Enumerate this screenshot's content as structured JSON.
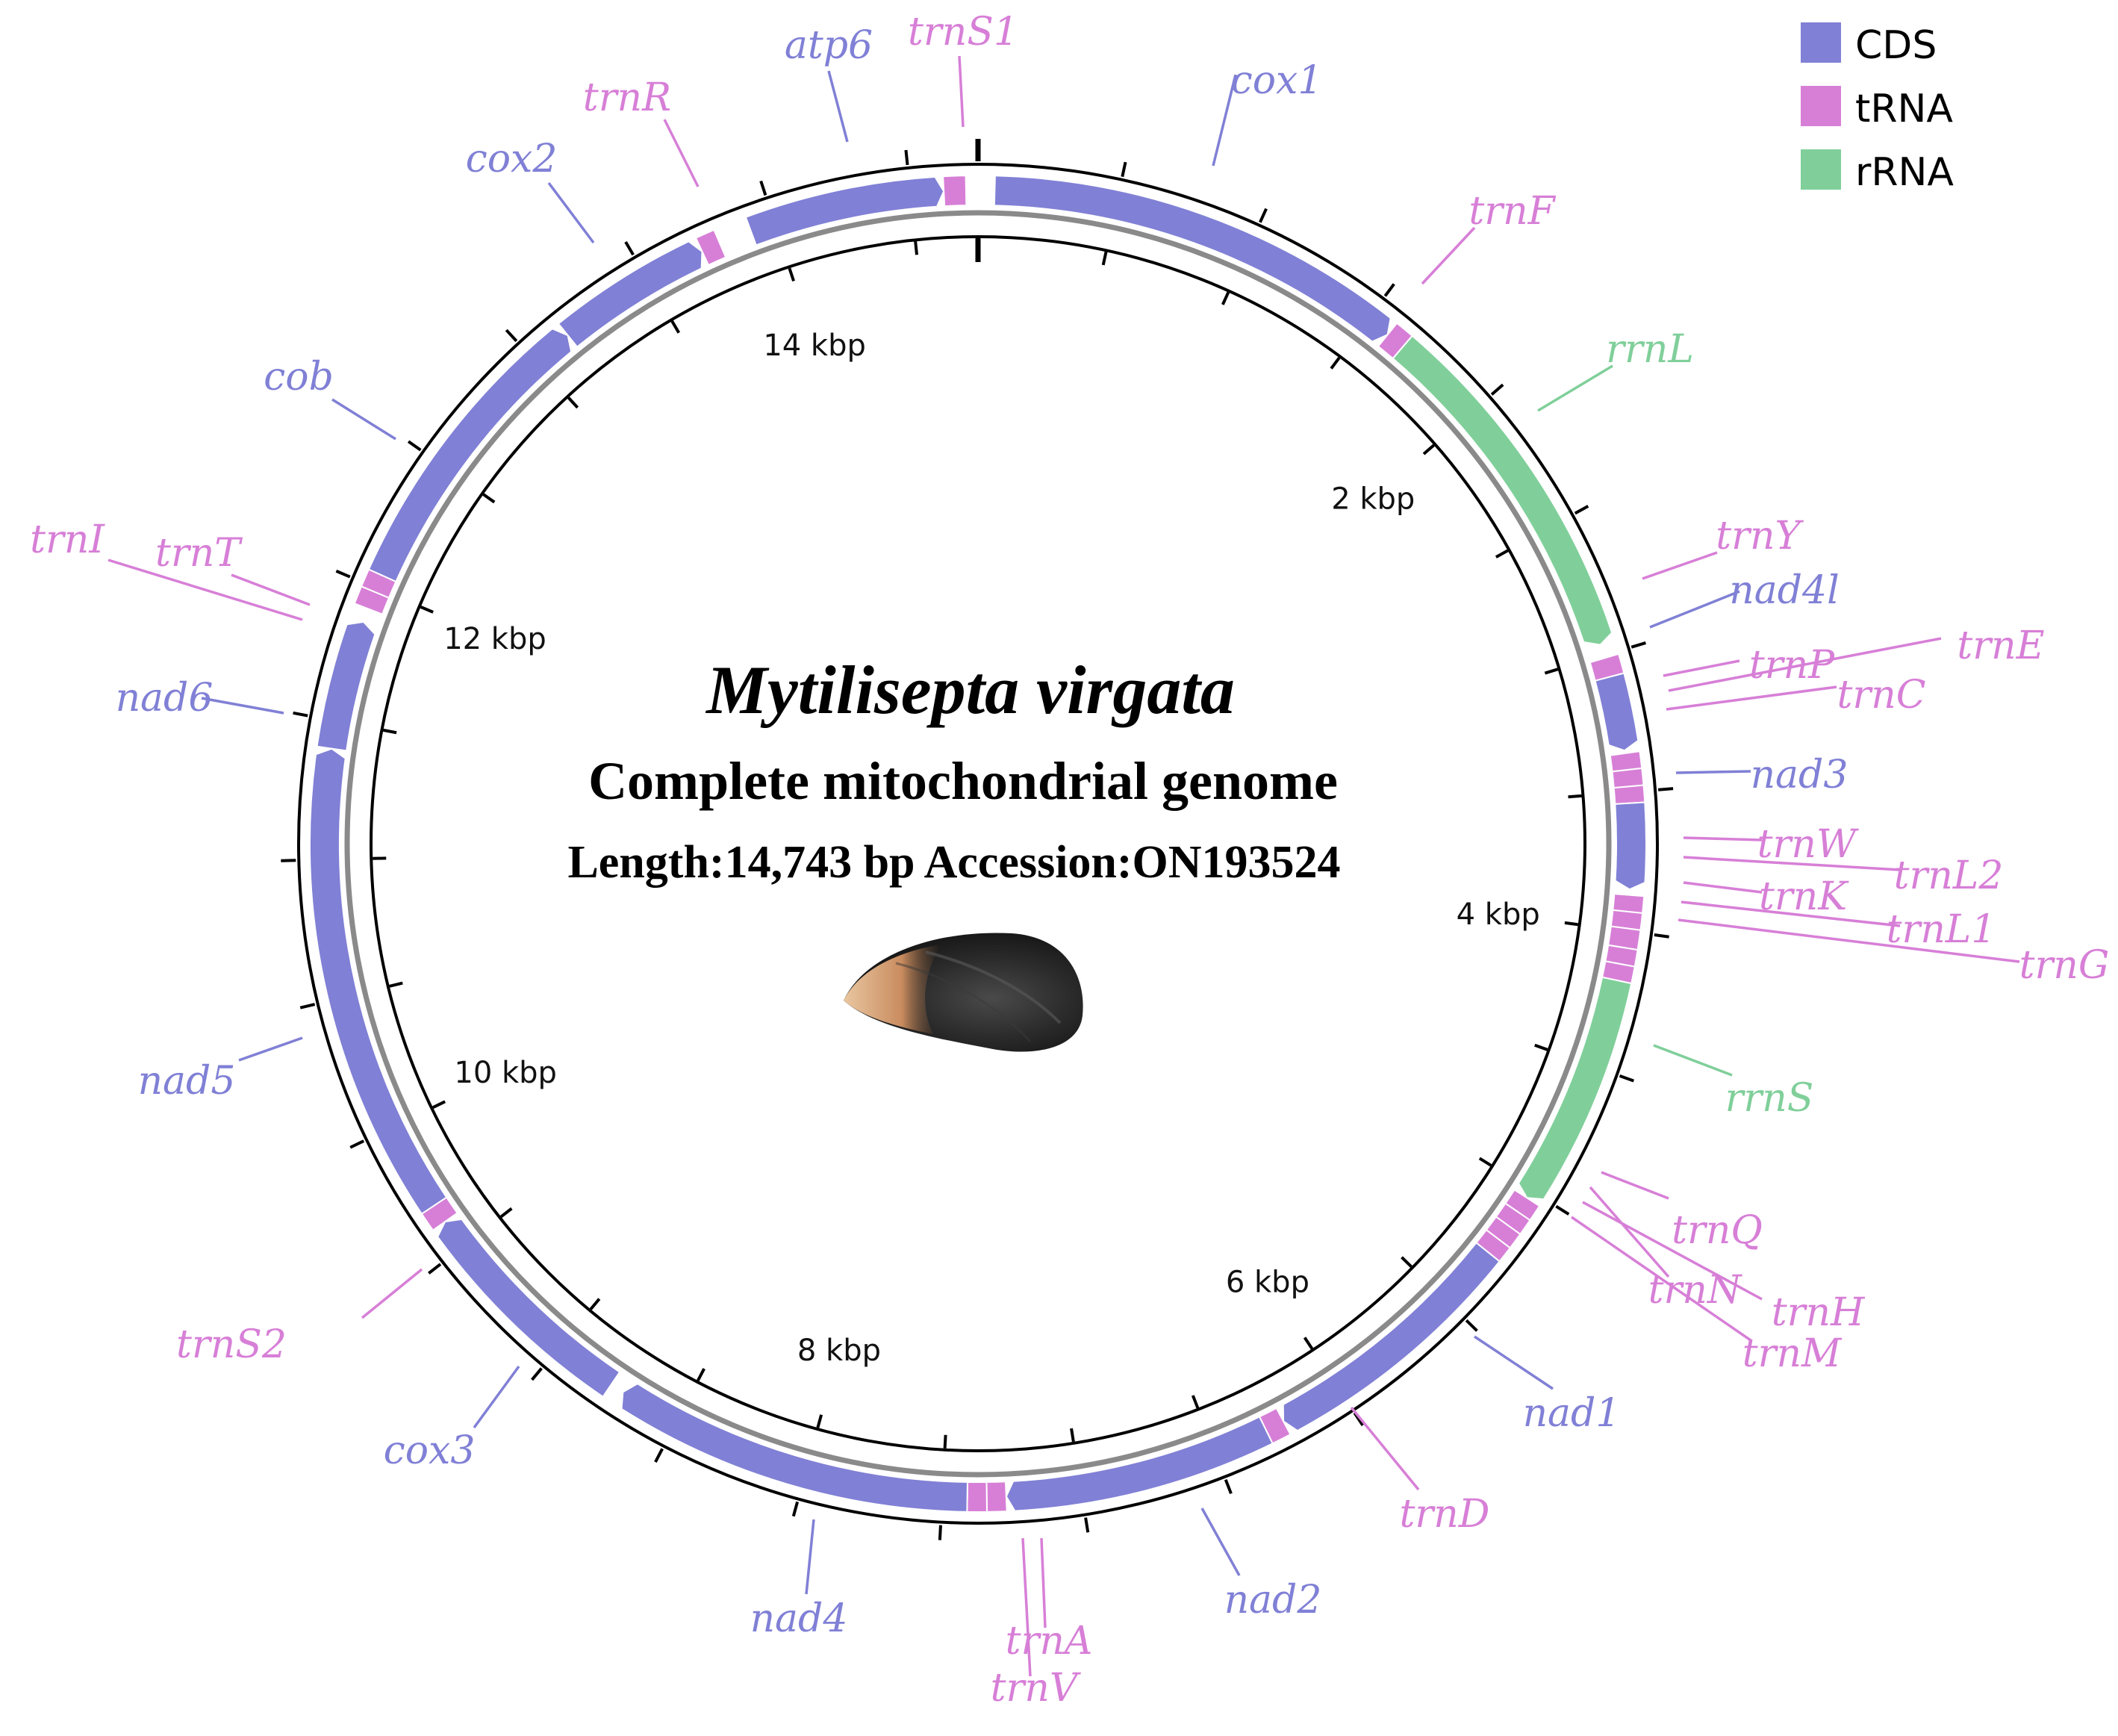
{
  "title": {
    "species": "Mytilisepta virgata",
    "subtitle": "Complete mitochondrial genome",
    "length_line": "Length:14,743 bp Accession:ON193524"
  },
  "colors": {
    "CDS": "#8080d6",
    "tRNA": "#d77fd7",
    "rRNA": "#80cf9a",
    "backbone": "#000000",
    "inner_ring": "#8a8a8a"
  },
  "legend": [
    {
      "key": "CDS",
      "label": "CDS"
    },
    {
      "key": "tRNA",
      "label": "tRNA"
    },
    {
      "key": "rRNA",
      "label": "rRNA"
    }
  ],
  "chart_data": {
    "type": "circular-genome-map",
    "genome_length_bp": 14743,
    "axis_labels": [
      {
        "pos": 2000,
        "text": "2 kbp"
      },
      {
        "pos": 4000,
        "text": "4 kbp"
      },
      {
        "pos": 6000,
        "text": "6 kbp"
      },
      {
        "pos": 8000,
        "text": "8 kbp"
      },
      {
        "pos": 10000,
        "text": "10 kbp"
      },
      {
        "pos": 12000,
        "text": "12 kbp"
      },
      {
        "pos": 14000,
        "text": "14 kbp"
      }
    ],
    "features": [
      {
        "name": "cox1",
        "type": "CDS",
        "start": 60,
        "end": 1590,
        "strand": "+"
      },
      {
        "name": "trnF",
        "type": "tRNA",
        "start": 1590,
        "end": 1660,
        "strand": "+"
      },
      {
        "name": "rrnL",
        "type": "rRNA",
        "start": 1660,
        "end": 2960,
        "strand": "+"
      },
      {
        "name": "trnY",
        "type": "tRNA",
        "start": 3010,
        "end": 3080,
        "strand": "+"
      },
      {
        "name": "nad4l",
        "type": "CDS",
        "start": 3080,
        "end": 3350,
        "strand": "+"
      },
      {
        "name": "trnP",
        "type": "tRNA",
        "start": 3360,
        "end": 3420,
        "strand": "+"
      },
      {
        "name": "trnE",
        "type": "tRNA",
        "start": 3420,
        "end": 3480,
        "strand": "+"
      },
      {
        "name": "trnC",
        "type": "tRNA",
        "start": 3480,
        "end": 3540,
        "strand": "+"
      },
      {
        "name": "nad3",
        "type": "CDS",
        "start": 3540,
        "end": 3850,
        "strand": "+"
      },
      {
        "name": "trnW",
        "type": "tRNA",
        "start": 3870,
        "end": 3930,
        "strand": "+"
      },
      {
        "name": "trnL2",
        "type": "tRNA",
        "start": 3930,
        "end": 3990,
        "strand": "+"
      },
      {
        "name": "trnK",
        "type": "tRNA",
        "start": 3990,
        "end": 4060,
        "strand": "+"
      },
      {
        "name": "trnL1",
        "type": "tRNA",
        "start": 4060,
        "end": 4120,
        "strand": "+"
      },
      {
        "name": "trnG",
        "type": "tRNA",
        "start": 4120,
        "end": 4180,
        "strand": "+"
      },
      {
        "name": "rrnS",
        "type": "rRNA",
        "start": 4180,
        "end": 5030,
        "strand": "+"
      },
      {
        "name": "trnQ",
        "type": "tRNA",
        "start": 5030,
        "end": 5090,
        "strand": "+"
      },
      {
        "name": "trnN",
        "type": "tRNA",
        "start": 5090,
        "end": 5150,
        "strand": "+"
      },
      {
        "name": "trnH",
        "type": "tRNA",
        "start": 5150,
        "end": 5210,
        "strand": "+"
      },
      {
        "name": "trnM",
        "type": "tRNA",
        "start": 5210,
        "end": 5270,
        "strand": "+"
      },
      {
        "name": "nad1",
        "type": "CDS",
        "start": 5270,
        "end": 6230,
        "strand": "+"
      },
      {
        "name": "trnD",
        "type": "tRNA",
        "start": 6230,
        "end": 6300,
        "strand": "+"
      },
      {
        "name": "nad2",
        "type": "CDS",
        "start": 6300,
        "end": 7270,
        "strand": "+"
      },
      {
        "name": "trnA",
        "type": "tRNA",
        "start": 7270,
        "end": 7340,
        "strand": "+"
      },
      {
        "name": "trnV",
        "type": "tRNA",
        "start": 7340,
        "end": 7410,
        "strand": "+"
      },
      {
        "name": "nad4",
        "type": "CDS",
        "start": 7410,
        "end": 8720,
        "strand": "+"
      },
      {
        "name": "cox3",
        "type": "CDS",
        "start": 8770,
        "end": 9610,
        "strand": "+"
      },
      {
        "name": "trnS2",
        "type": "tRNA",
        "start": 9610,
        "end": 9680,
        "strand": "+"
      },
      {
        "name": "nad5",
        "type": "CDS",
        "start": 9680,
        "end": 11400,
        "strand": "+"
      },
      {
        "name": "nad6",
        "type": "CDS",
        "start": 11400,
        "end": 11870,
        "strand": "+"
      },
      {
        "name": "trnI",
        "type": "tRNA",
        "start": 11920,
        "end": 11985,
        "strand": "+"
      },
      {
        "name": "trnT",
        "type": "tRNA",
        "start": 11985,
        "end": 12050,
        "strand": "+"
      },
      {
        "name": "cob",
        "type": "CDS",
        "start": 12050,
        "end": 13150,
        "strand": "+"
      },
      {
        "name": "cox2",
        "type": "CDS",
        "start": 13150,
        "end": 13720,
        "strand": "+"
      },
      {
        "name": "trnR",
        "type": "tRNA",
        "start": 13720,
        "end": 13790,
        "strand": "+"
      },
      {
        "name": "atp6",
        "type": "CDS",
        "start": 13910,
        "end": 14620,
        "strand": "+"
      },
      {
        "name": "trnS1",
        "type": "tRNA",
        "start": 14620,
        "end": 14700,
        "strand": "+"
      }
    ],
    "feature_labels": [
      {
        "name": "cox1",
        "text": "cox1",
        "type": "CDS"
      },
      {
        "name": "trnF",
        "text": "trnF",
        "type": "tRNA"
      },
      {
        "name": "rrnL",
        "text": "rrnL",
        "type": "rRNA"
      },
      {
        "name": "trnY",
        "text": "trnY",
        "type": "tRNA"
      },
      {
        "name": "nad4l",
        "text": "nad4l",
        "type": "CDS"
      },
      {
        "name": "trnP",
        "text": "trnP",
        "type": "tRNA"
      },
      {
        "name": "trnE",
        "text": "trnE",
        "type": "tRNA"
      },
      {
        "name": "trnC",
        "text": "trnC",
        "type": "tRNA"
      },
      {
        "name": "nad3",
        "text": "nad3",
        "type": "CDS"
      },
      {
        "name": "trnW",
        "text": "trnW",
        "type": "tRNA"
      },
      {
        "name": "trnL2",
        "text": "trnL2",
        "type": "tRNA"
      },
      {
        "name": "trnK",
        "text": "trnK",
        "type": "tRNA"
      },
      {
        "name": "trnL1",
        "text": "trnL1",
        "type": "tRNA"
      },
      {
        "name": "trnG",
        "text": "trnG",
        "type": "tRNA"
      },
      {
        "name": "rrnS",
        "text": "rrnS",
        "type": "rRNA"
      },
      {
        "name": "trnQ",
        "text": "trnQ",
        "type": "tRNA"
      },
      {
        "name": "trnN",
        "text": "trnN",
        "type": "tRNA"
      },
      {
        "name": "trnH",
        "text": "trnH",
        "type": "tRNA"
      },
      {
        "name": "trnM",
        "text": "trnM",
        "type": "tRNA"
      },
      {
        "name": "nad1",
        "text": "nad1",
        "type": "CDS"
      },
      {
        "name": "trnD",
        "text": "trnD",
        "type": "tRNA"
      },
      {
        "name": "nad2",
        "text": "nad2",
        "type": "CDS"
      },
      {
        "name": "trnA",
        "text": "trnA",
        "type": "tRNA"
      },
      {
        "name": "trnV",
        "text": "trnV",
        "type": "tRNA"
      },
      {
        "name": "nad4",
        "text": "nad4",
        "type": "CDS"
      },
      {
        "name": "cox3",
        "text": "cox3",
        "type": "CDS"
      },
      {
        "name": "trnS2",
        "text": "trnS2",
        "type": "tRNA"
      },
      {
        "name": "nad5",
        "text": "nad5",
        "type": "CDS"
      },
      {
        "name": "nad6",
        "text": "nad6",
        "type": "CDS"
      },
      {
        "name": "trnI",
        "text": "trnI",
        "type": "tRNA"
      },
      {
        "name": "trnT",
        "text": "trnT",
        "type": "tRNA"
      },
      {
        "name": "cob",
        "text": "cob",
        "type": "CDS"
      },
      {
        "name": "cox2",
        "text": "cox2",
        "type": "CDS"
      },
      {
        "name": "trnR",
        "text": "trnR",
        "type": "tRNA"
      },
      {
        "name": "atp6",
        "text": "atp6",
        "type": "CDS"
      },
      {
        "name": "trnS1",
        "text": "trnS1",
        "type": "tRNA"
      }
    ]
  }
}
